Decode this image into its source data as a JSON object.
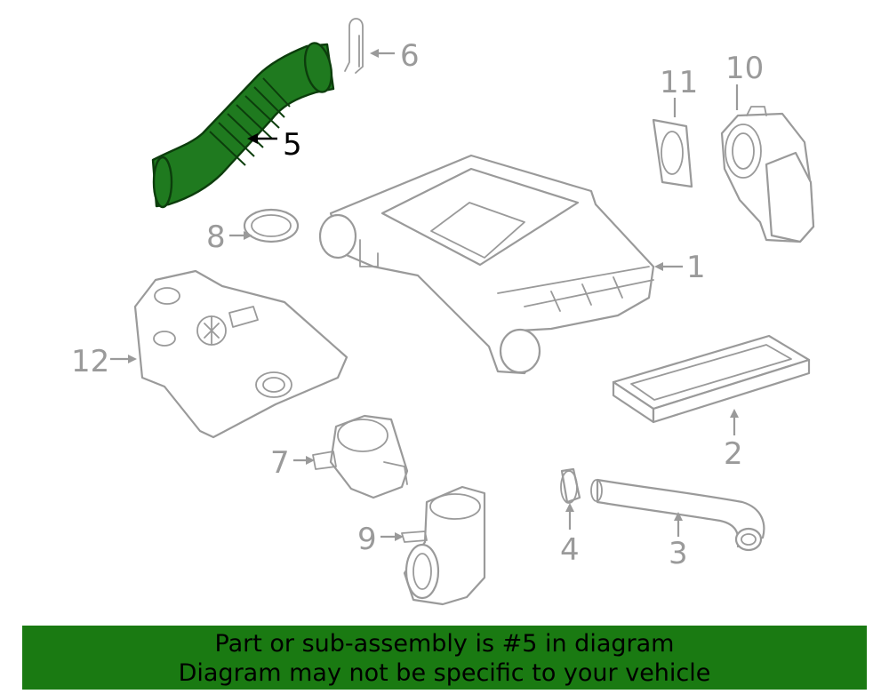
{
  "diagram": {
    "highlighted_part": "5",
    "highlight_color": "#1f7a1f",
    "callouts": {
      "c1": "1",
      "c2": "2",
      "c3": "3",
      "c4": "4",
      "c5": "5",
      "c6": "6",
      "c7": "7",
      "c8": "8",
      "c9": "9",
      "c10": "10",
      "c11": "11",
      "c12": "12"
    }
  },
  "banner": {
    "line1": "Part or sub-assembly is #5 in diagram",
    "line2": "Diagram may not be specific to your vehicle",
    "background_color": "#1a7a12"
  }
}
